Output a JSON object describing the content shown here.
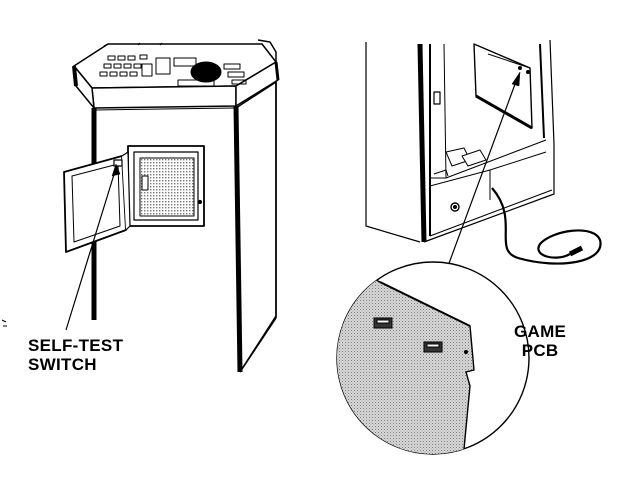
{
  "labels": {
    "self_test_line1": "SELF-TEST",
    "self_test_line2": "SWITCH",
    "game_pcb_line1": "GAME",
    "game_pcb_line2": "PCB"
  },
  "colors": {
    "line": "#000000",
    "paper": "#ffffff",
    "board_fill": "#c9c9c9"
  }
}
